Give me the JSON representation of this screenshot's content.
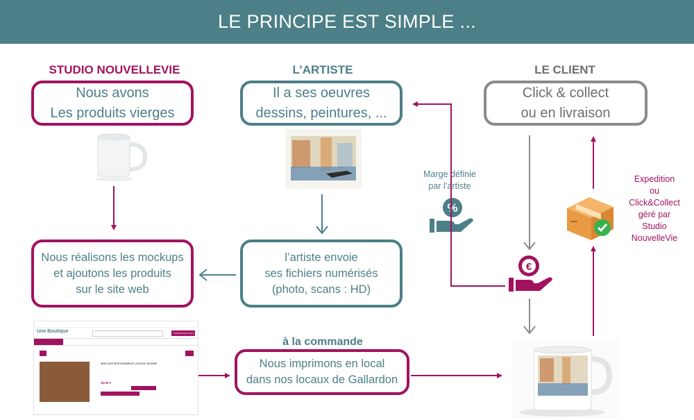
{
  "banner": {
    "title": "LE PRINCIPE EST SIMPLE ..."
  },
  "columns": {
    "studio": "STUDIO NOUVELLEVIE",
    "artist": "L’ARTISTE",
    "client": "LE CLIENT"
  },
  "boxes": {
    "studio_products": [
      "Nous avons",
      "Les produits vierges"
    ],
    "artist_works": [
      "Il a ses oeuvres",
      "dessins, peintures, ..."
    ],
    "client_delivery": [
      "Click & collect",
      "ou en livraison"
    ],
    "studio_mockups": [
      "Nous réalisons les mockups",
      "et ajoutons les produits",
      "sur le site web"
    ],
    "artist_files": [
      "l’artiste envoie",
      "ses fichiers numérisés",
      "(photo, scans : HD)"
    ],
    "print_local": [
      "Nous imprimons en local",
      "dans nos locaux de Gallardon"
    ]
  },
  "labels": {
    "order": "à la commande",
    "margin": [
      "Marge définie",
      "par l’artiste"
    ],
    "shipping": [
      "Expedition",
      "ou",
      "Click&Collect",
      "géré par",
      "Studio",
      "NouvelleVie"
    ],
    "percent_symbol": "%",
    "euro_symbol": "€"
  },
  "icons": [
    "blank-mug-icon",
    "watercolor-artwork-icon",
    "percent-hand-icon",
    "euro-hand-icon",
    "shipping-box-icon",
    "printed-mug-icon",
    "website-screenshot-icon"
  ],
  "site_mockup": {
    "logo": "Une Boutique",
    "product_title": "MUG ARTISTE EXEMPLE | SOLEIL ROUGE",
    "price": "10,00 €",
    "cart": "1 PRODUIT(S) 10,00 €"
  },
  "colors": {
    "teal": "#4c7f87",
    "magenta": "#a1135f",
    "grey": "#8a8a8a"
  }
}
